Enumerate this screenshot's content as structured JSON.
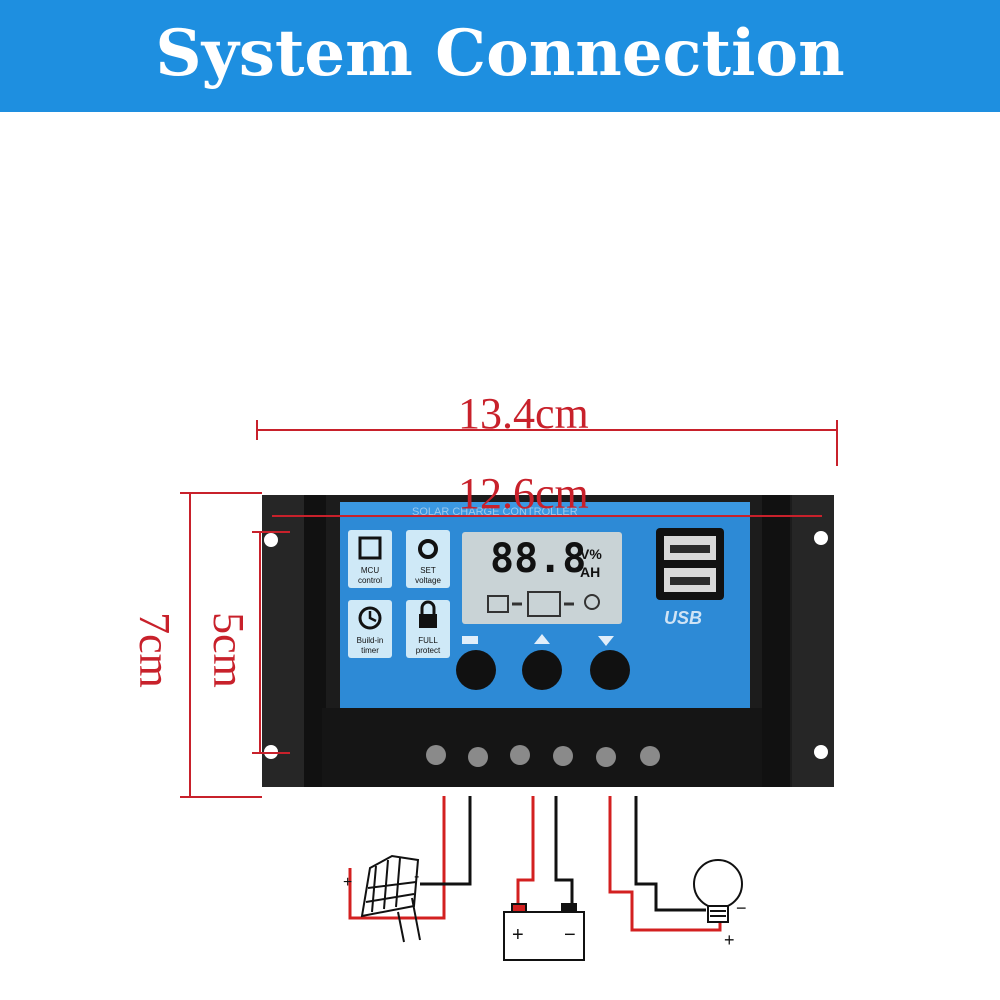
{
  "header": {
    "title": "System Connection"
  },
  "dimensions": {
    "outer_width": "13.4cm",
    "inner_width": "12.6cm",
    "outer_height": "7cm",
    "inner_height": "5cm"
  },
  "controller": {
    "panel_label": "SOLAR CHARGE CONTROLLER",
    "display": {
      "digits": "88.8",
      "unit_top": "V%",
      "unit_bottom": "AH"
    },
    "features": [
      {
        "icon": "chip-icon",
        "label_line1": "MCU",
        "label_line2": "control"
      },
      {
        "icon": "gear-icon",
        "label_line1": "SET",
        "label_line2": "voltage"
      },
      {
        "icon": "clock-icon",
        "label_line1": "Build-in",
        "label_line2": "timer"
      },
      {
        "icon": "lock-icon",
        "label_line1": "FULL",
        "label_line2": "protect"
      }
    ],
    "usb_label": "USB",
    "buttons": [
      "menu-button",
      "up-button",
      "down-button"
    ]
  },
  "wiring": {
    "solar": {
      "plus": "+",
      "minus": "-"
    },
    "battery": {
      "plus": "+",
      "minus": "−"
    },
    "load": {
      "plus": "+",
      "minus": "−"
    }
  },
  "colors": {
    "banner": "#1e8fe0",
    "dimension": "#c8212b",
    "panel": "#2d8ad6",
    "body": "#1b1b1b"
  }
}
